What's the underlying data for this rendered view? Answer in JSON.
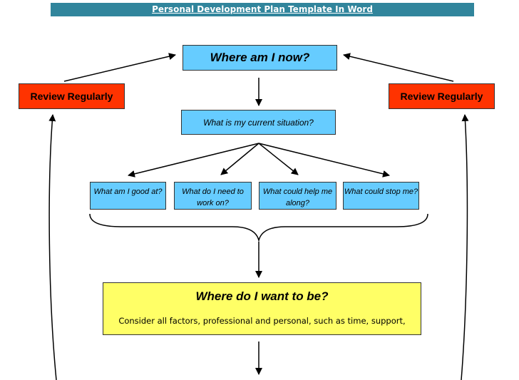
{
  "header": {
    "title": "Personal Development Plan Template In Word"
  },
  "nodes": {
    "now": "Where am I now?",
    "situation": "What is my current situation?",
    "questions": [
      "What am I good at?",
      "What do I need to work on?",
      "What could help me along?",
      "What could stop me?"
    ],
    "review_left": "Review Regularly",
    "review_right": "Review Regularly",
    "want_title": "Where do I want to be?",
    "want_desc": "Consider all factors, professional and personal, such as time, support,"
  },
  "colors": {
    "header": "#31859c",
    "blue_node": "#66ccff",
    "red_node": "#ff3300",
    "yellow_node": "#ffff66"
  }
}
